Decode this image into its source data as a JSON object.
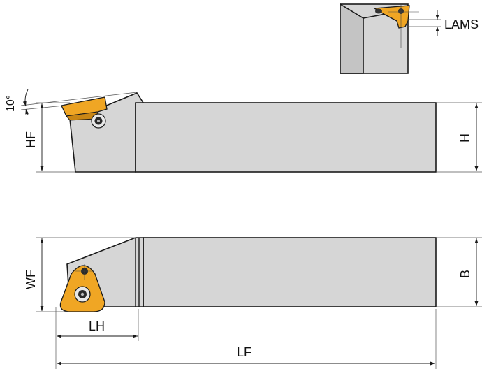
{
  "colors": {
    "holder_fill": "#d6d6d6",
    "holder_face": "#c4c4c4",
    "insert_fill": "#f0a624",
    "line": "#1a1a1a"
  },
  "labels": {
    "lams": "LAMS",
    "angle": "10°",
    "hf": "HF",
    "h": "H",
    "wf": "WF",
    "b": "B",
    "lh": "LH",
    "lf": "LF"
  }
}
